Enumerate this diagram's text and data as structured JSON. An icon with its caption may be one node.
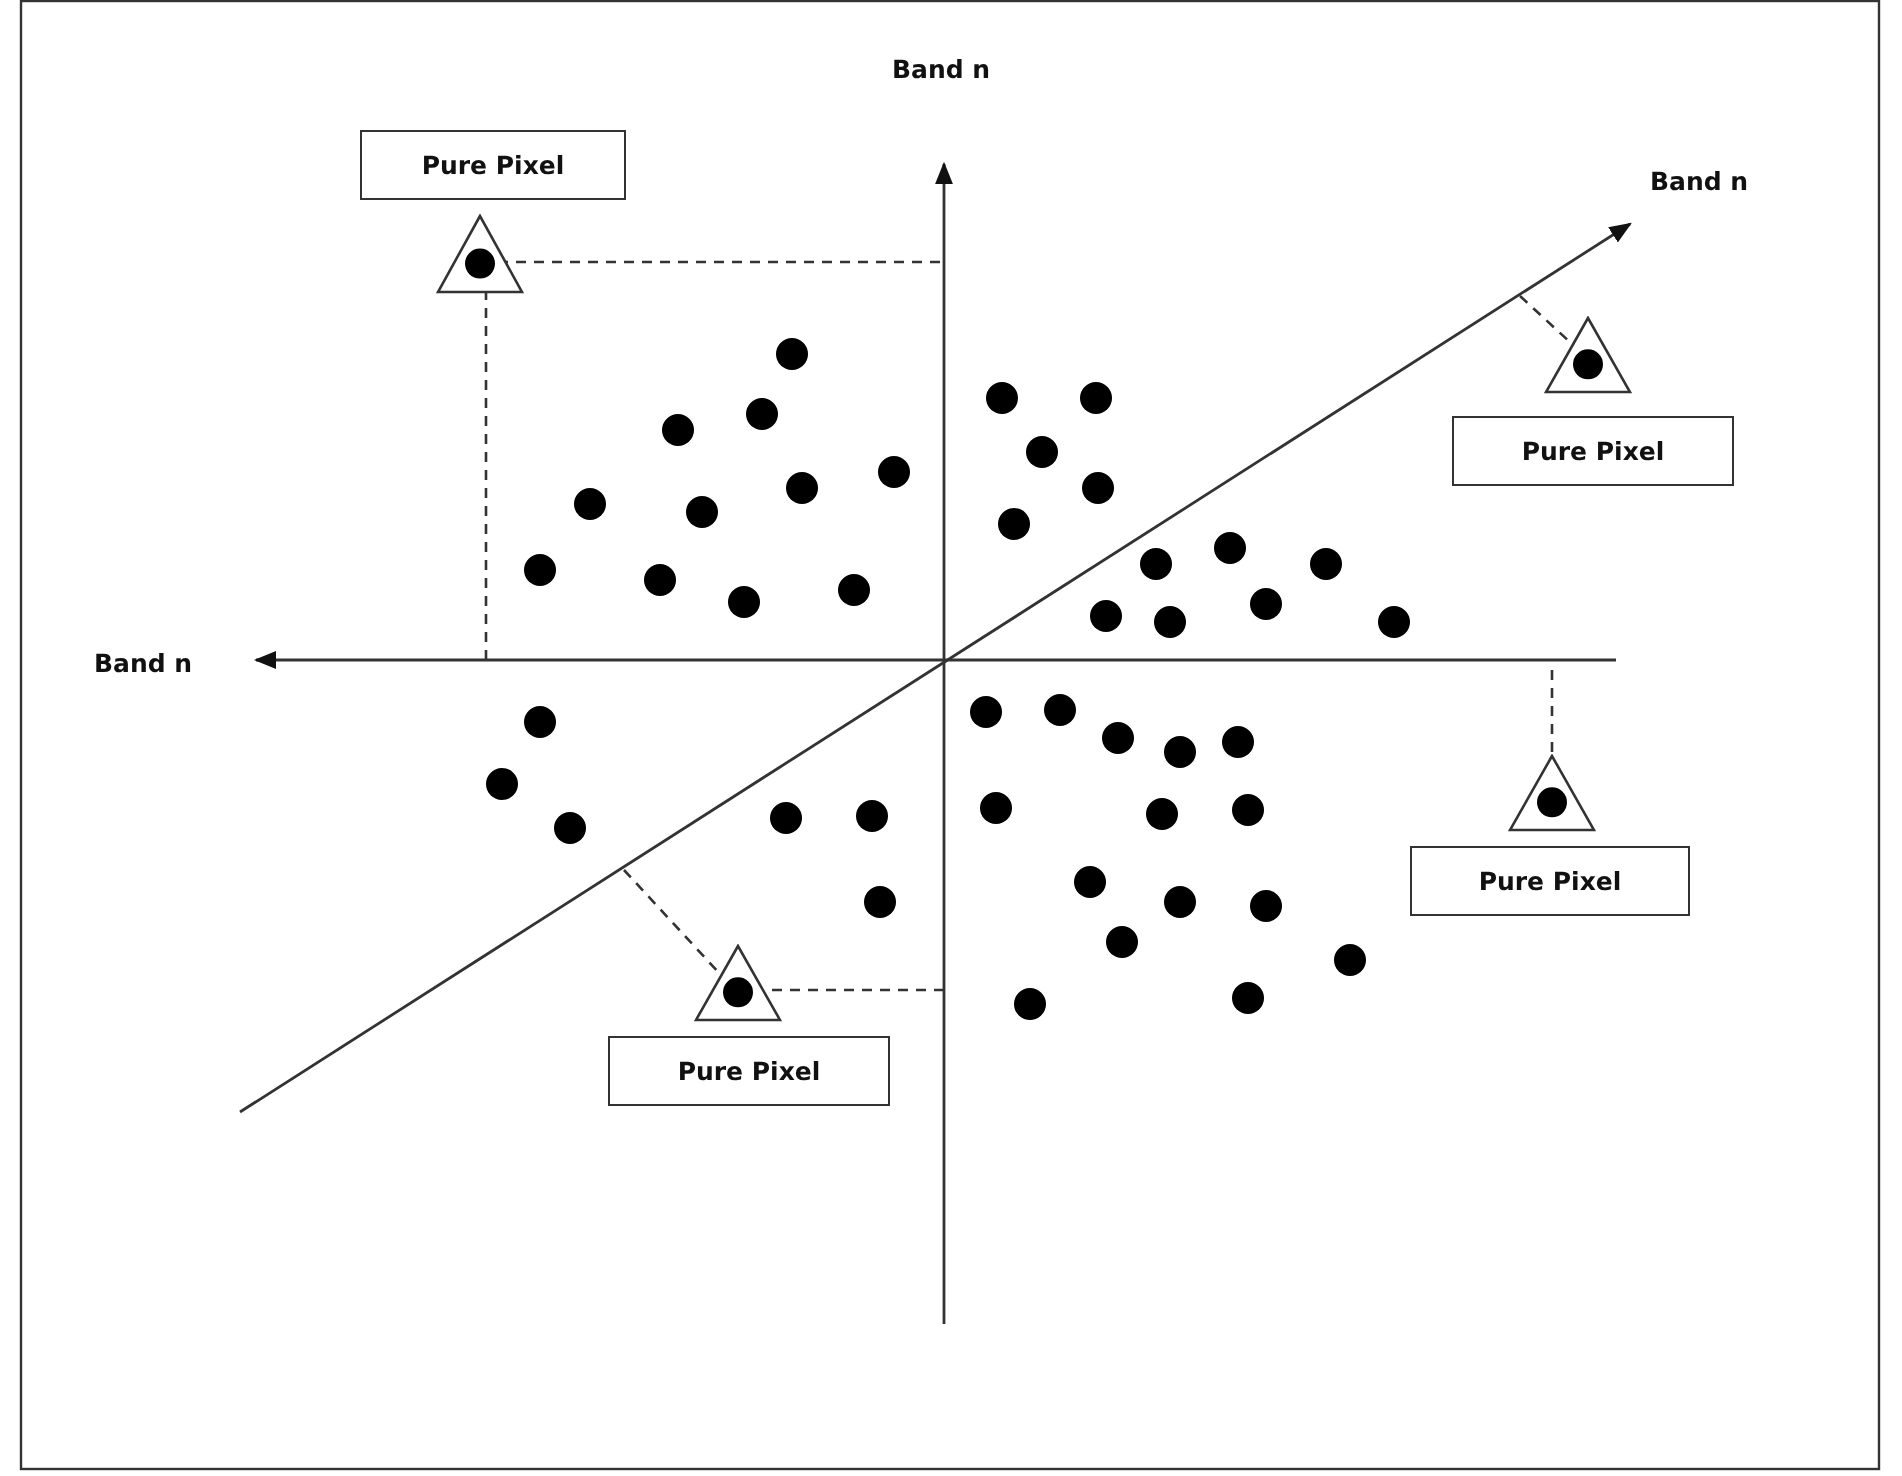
{
  "diagram": {
    "nodes": [
      {
        "text": [
          "Pure Pixel"
        ]
      },
      {
        "text": [],
        "shape": "triangle"
      },
      {
        "text": [],
        "shape": "triangle"
      },
      {
        "text": [
          "Pure Pixel"
        ]
      },
      {
        "text": [],
        "shape": "triangle"
      },
      {
        "text": [
          "Pure Pixel"
        ]
      },
      {
        "text": [],
        "shape": "triangle"
      },
      {
        "text": [
          "Pure Pixel"
        ]
      }
    ],
    "edges": [
      {
        "from": null,
        "to": 1,
        "arrow": "none",
        "style": "dashed"
      },
      {
        "from": null,
        "to": 1,
        "arrow": "none",
        "style": "dashed"
      },
      {
        "from": null,
        "to": 2,
        "arrow": "none",
        "style": "dashed"
      },
      {
        "from": null,
        "to": 4,
        "arrow": "none",
        "style": "dashed"
      },
      {
        "from": null,
        "to": 6,
        "arrow": "none",
        "style": "dashed"
      },
      {
        "from": null,
        "to": 6,
        "arrow": "none",
        "style": "dashed"
      }
    ],
    "labels": [
      "Band n",
      "Band n",
      "Band n"
    ]
  }
}
